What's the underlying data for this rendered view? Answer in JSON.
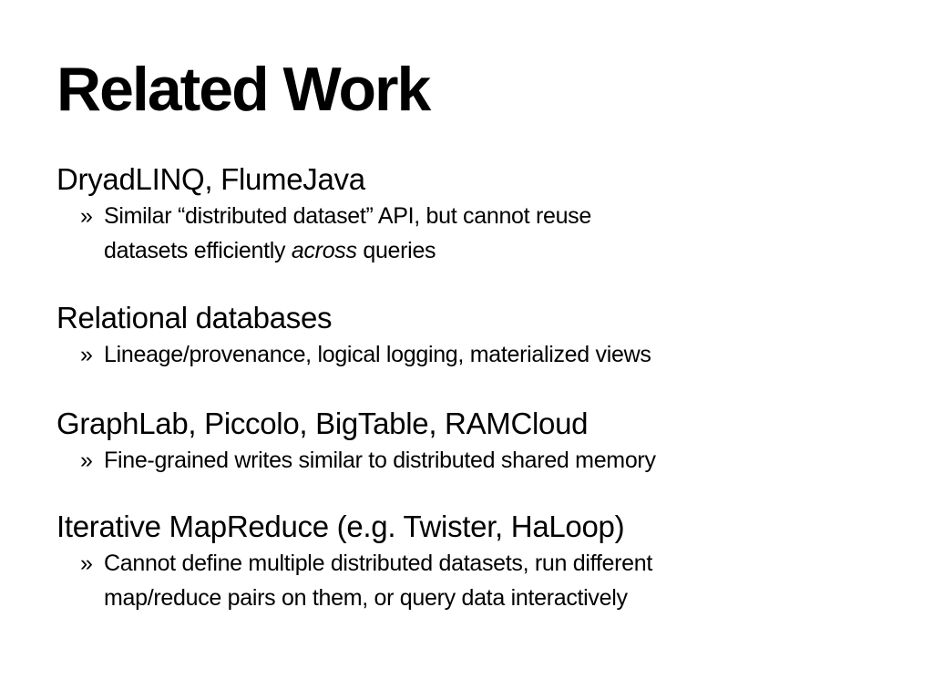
{
  "slide": {
    "title": "Related Work",
    "sections": [
      {
        "heading": "DryadLINQ, FlumeJava",
        "bullet": {
          "marker": "»",
          "line1": "Similar “distributed dataset” API, but cannot reuse",
          "line2_before": "datasets efficiently ",
          "line2_emphasis": "across",
          "line2_after": " queries"
        }
      },
      {
        "heading": "Relational databases",
        "bullet": {
          "marker": "»",
          "line1": "Lineage/provenance, logical logging, materialized views"
        }
      },
      {
        "heading": "GraphLab, Piccolo, BigTable, RAMCloud",
        "bullet": {
          "marker": "»",
          "line1": "Fine-grained writes similar to distributed shared memory"
        }
      },
      {
        "heading": "Iterative MapReduce (e.g. Twister, HaLoop)",
        "bullet": {
          "marker": "»",
          "line1": "Cannot define multiple distributed datasets, run different",
          "line2": "map/reduce pairs on them, or query data interactively"
        }
      }
    ]
  }
}
